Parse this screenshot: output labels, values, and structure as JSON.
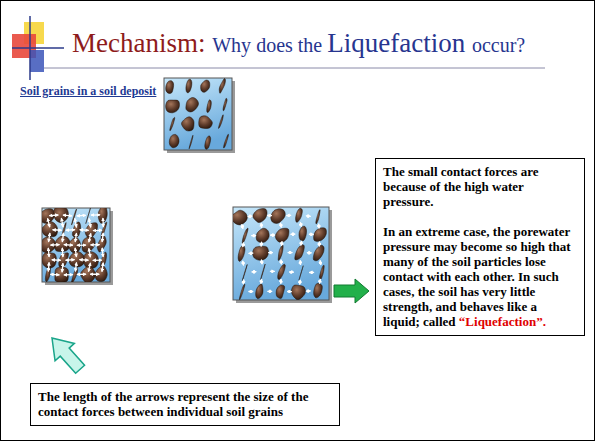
{
  "diagram": {
    "title": "Mechanism: Why does the Liquefaction occur?",
    "nodes": [
      {
        "text": [
          "The small contact forces are because of the high water pressure.",
          "In an extreme case, the porewater pressure may become so high that many of the soil particles lose contact with each other. In such cases, the soil has very little strength, and behaves like a liquid; called “Liquefaction”."
        ]
      },
      {
        "text": [
          "The length of the arrows represent the size of the contact forces between individual soil grains"
        ]
      }
    ],
    "labels": [
      "Soil grains in a soil deposit"
    ]
  }
}
